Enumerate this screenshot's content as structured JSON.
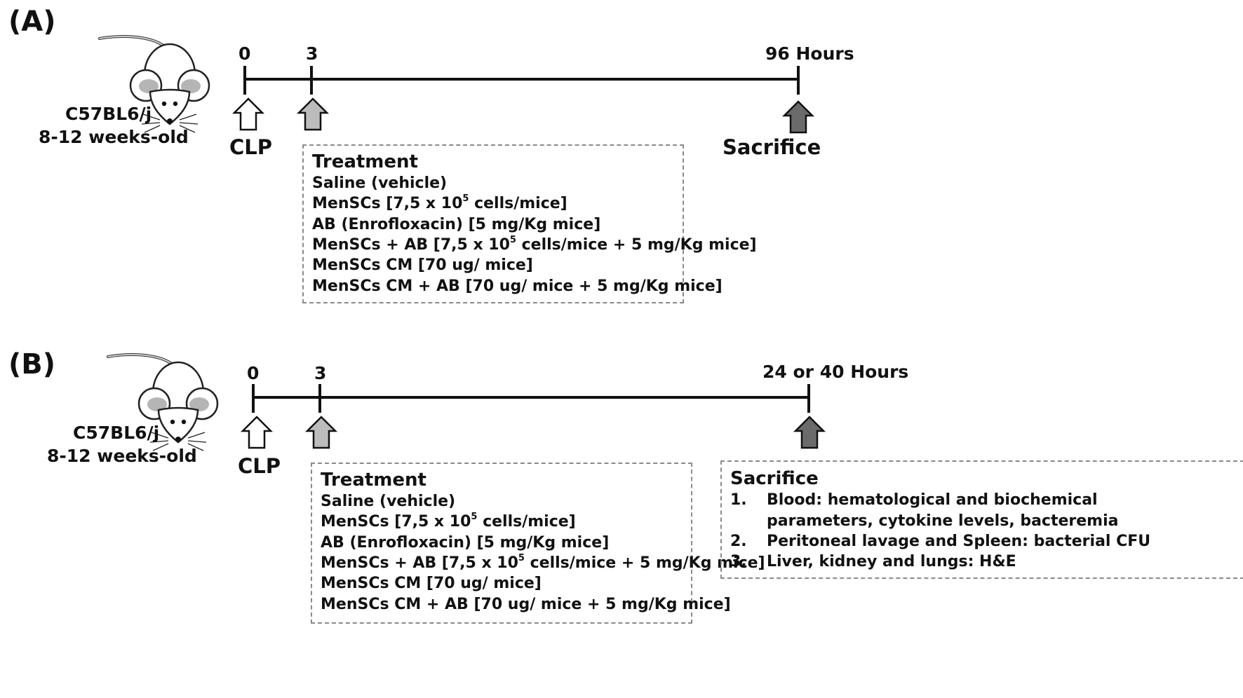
{
  "panels": [
    {
      "label": "(A)",
      "strain": "C57BL6/j",
      "age": "8-12 weeks-old",
      "ticks": {
        "start": "0",
        "treatment": "3",
        "end": "96 Hours"
      },
      "start_event": "CLP",
      "end_event": "Sacrifice",
      "treatment": {
        "title": "Treatment",
        "items": [
          {
            "text": "Saline (vehicle)"
          },
          {
            "pre": "MenSCs [7,5 x 10",
            "sup": "5",
            "post": " cells/mice]"
          },
          {
            "text": "AB (Enrofloxacin) [5 mg/Kg mice]"
          },
          {
            "pre": "MenSCs + AB [7,5 x 10",
            "sup": "5",
            "post": " cells/mice + 5 mg/Kg mice]"
          },
          {
            "text": "MenSCs CM [70 ug/ mice]"
          },
          {
            "text": "MenSCs CM + AB [70 ug/ mice + 5 mg/Kg mice]"
          }
        ]
      }
    },
    {
      "label": "(B)",
      "strain": "C57BL6/j",
      "age": "8-12 weeks-old",
      "ticks": {
        "start": "0",
        "treatment": "3",
        "end": "24 or 40 Hours"
      },
      "start_event": "CLP",
      "treatment": {
        "title": "Treatment",
        "items": [
          {
            "text": "Saline (vehicle)"
          },
          {
            "pre": "MenSCs [7,5 x 10",
            "sup": "5",
            "post": " cells/mice]"
          },
          {
            "text": "AB (Enrofloxacin) [5 mg/Kg mice]"
          },
          {
            "pre": "MenSCs + AB [7,5 x 10",
            "sup": "5",
            "post": " cells/mice + 5 mg/Kg mice]"
          },
          {
            "text": "MenSCs CM [70 ug/ mice]"
          },
          {
            "text": "MenSCs CM + AB [70 ug/ mice + 5 mg/Kg mice]"
          }
        ]
      },
      "sacrifice": {
        "title": "Sacrifice",
        "items": [
          {
            "num": "1.",
            "lines": [
              "Blood: hematological and biochemical",
              "parameters, cytokine levels, bacteremia"
            ]
          },
          {
            "num": "2.",
            "lines": [
              "Peritoneal lavage and Spleen: bacterial CFU"
            ]
          },
          {
            "num": "3.",
            "lines": [
              "Liver, kidney and lungs: H&E"
            ]
          }
        ]
      }
    }
  ],
  "colors": {
    "line": "#111111",
    "arrow_clp": "#ffffff",
    "arrow_treatment": "#bcbcbc",
    "arrow_sacrifice": "#6b6b6b",
    "box_border": "#8a8a8a"
  },
  "icons": [
    "mouse-icon",
    "up-arrow-icon"
  ]
}
